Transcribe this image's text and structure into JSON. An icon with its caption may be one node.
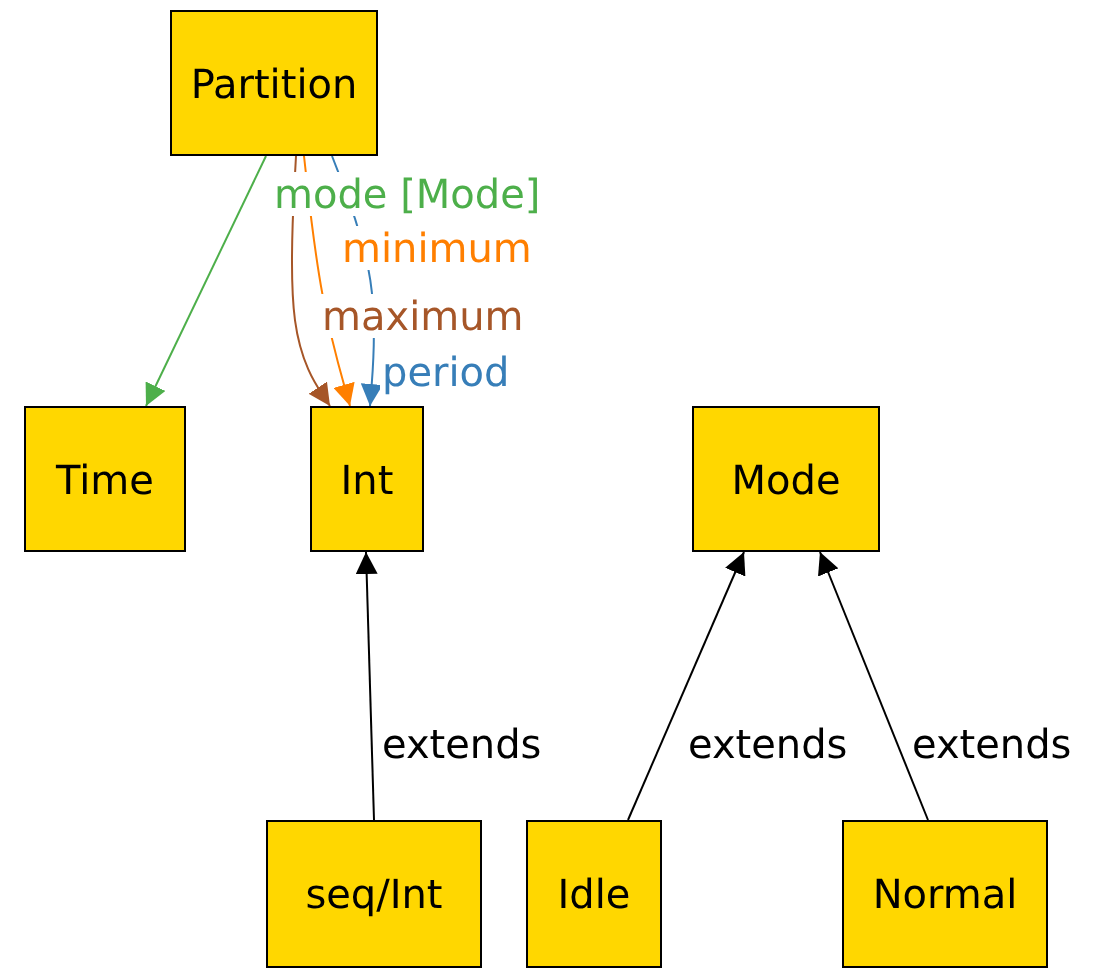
{
  "diagram": {
    "nodes": [
      {
        "text": [
          "Partition"
        ]
      },
      {
        "text": [
          "Time"
        ]
      },
      {
        "text": [
          "Int"
        ]
      },
      {
        "text": [
          "Mode"
        ]
      },
      {
        "text": [
          "seq/Int"
        ]
      },
      {
        "text": [
          "Idle"
        ]
      },
      {
        "text": [
          "Normal"
        ]
      }
    ],
    "edges": [
      {
        "from": 0,
        "to": 1,
        "arrow": "to",
        "label": "mode [Mode]",
        "color": "#4daf4a"
      },
      {
        "from": 0,
        "to": 2,
        "arrow": "to",
        "label": "minimum",
        "color": "#ff7f00"
      },
      {
        "from": 0,
        "to": 2,
        "arrow": "to",
        "label": "maximum",
        "color": "#a65628"
      },
      {
        "from": 0,
        "to": 2,
        "arrow": "to",
        "label": "period",
        "color": "#377eb8"
      },
      {
        "from": 4,
        "to": 2,
        "arrow": "to",
        "label": "extends"
      },
      {
        "from": 5,
        "to": 3,
        "arrow": "to",
        "label": "extends"
      },
      {
        "from": 6,
        "to": 3,
        "arrow": "to",
        "label": "extends"
      }
    ]
  }
}
